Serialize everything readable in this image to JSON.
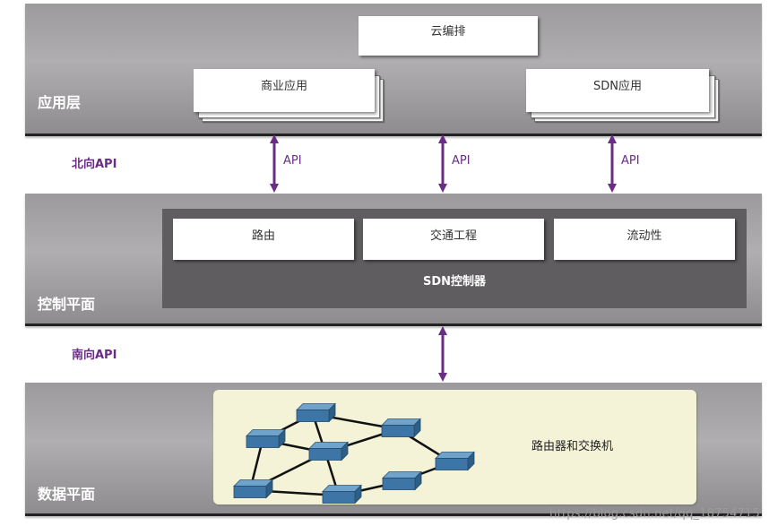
{
  "application_layer": {
    "label": "应用层",
    "cloud_orchestration": "云编排",
    "business_apps": "商业应用",
    "sdn_apps": "SDN应用"
  },
  "northbound": {
    "label": "北向API",
    "arrows": [
      "API",
      "API",
      "API"
    ]
  },
  "control_layer": {
    "label": "控制平面",
    "controller": "SDN控制器",
    "modules": [
      "路由",
      "交通工程",
      "流动性"
    ]
  },
  "southbound": {
    "label": "南向API"
  },
  "data_layer": {
    "label": "数据平面",
    "network_label": "路由器和交换机",
    "switch_count": 8
  },
  "watermark": "https://blog.csdn.net/qq_18754715",
  "colors": {
    "accent_purple": "#6a2d86",
    "layer_gray": "#a09ea0",
    "controller_dark": "#5f5d5f",
    "switch_blue": "#3d76a6",
    "network_panel": "#f4f3d8"
  }
}
